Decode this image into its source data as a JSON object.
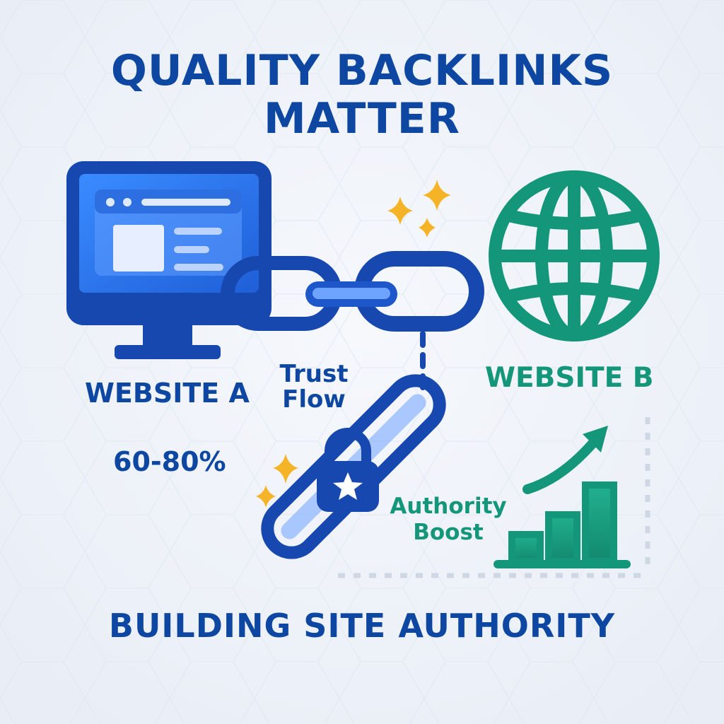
{
  "title": {
    "line1": "QUALITY BACKLINKS",
    "line2": "MATTER"
  },
  "website_a": {
    "label": "WEBSITE A",
    "icon": "monitor-browser-icon",
    "color": "#1a56c4"
  },
  "website_b": {
    "label": "WEBSITE B",
    "icon": "globe-icon",
    "color": "#14967a"
  },
  "link": {
    "icon": "chain-link-icon",
    "lock_icon": "padlock-star-icon",
    "label_line1": "Trust",
    "label_line2": "Flow"
  },
  "stat": {
    "value": "60-80%"
  },
  "growth": {
    "icon": "rising-bar-chart-icon",
    "label_line1": "Authority",
    "label_line2": "Boost"
  },
  "footer": {
    "text": "BUILDING SITE AUTHORITY"
  },
  "colors": {
    "primary_blue": "#0d47a1",
    "accent_blue": "#1a56c4",
    "accent_green": "#14967a",
    "sparkle_gold": "#f5b428",
    "background": "#eef2f8"
  }
}
